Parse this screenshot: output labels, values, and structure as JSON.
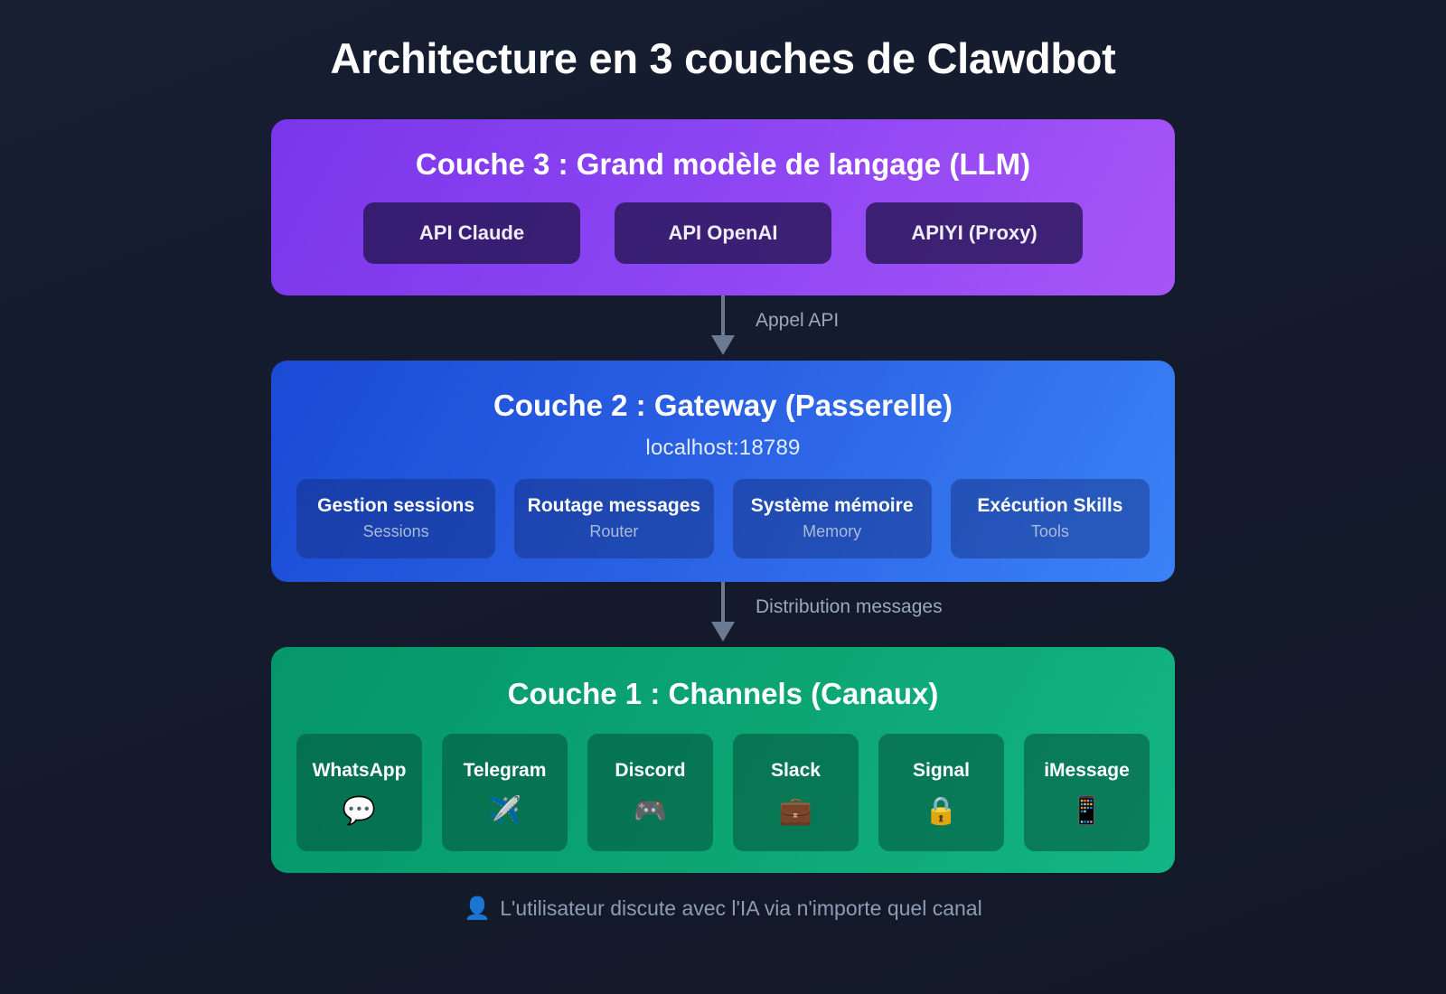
{
  "page": {
    "title": "Architecture en 3 couches de Clawdbot",
    "background_color": "#141b2d"
  },
  "layers": {
    "llm": {
      "title": "Couche 3 : Grand modèle de langage (LLM)",
      "accent_from": "#7b36ea",
      "accent_to": "#a855f7",
      "providers": [
        {
          "label": "API Claude"
        },
        {
          "label": "API OpenAI"
        },
        {
          "label": "APIYI (Proxy)"
        }
      ]
    },
    "gateway": {
      "title": "Couche 2 : Gateway (Passerelle)",
      "address": "localhost:18789",
      "accent_from": "#1b4ad6",
      "accent_to": "#3b82f6",
      "features": [
        {
          "title": "Gestion sessions",
          "subtitle": "Sessions"
        },
        {
          "title": "Routage messages",
          "subtitle": "Router"
        },
        {
          "title": "Système mémoire",
          "subtitle": "Memory"
        },
        {
          "title": "Exécution Skills",
          "subtitle": "Tools"
        }
      ]
    },
    "channels": {
      "title": "Couche 1 : Channels (Canaux)",
      "accent_from": "#059669",
      "accent_to": "#13b584",
      "items": [
        {
          "name": "WhatsApp",
          "icon": "💬",
          "icon_name": "speech-balloon-icon"
        },
        {
          "name": "Telegram",
          "icon": "✈️",
          "icon_name": "airplane-icon"
        },
        {
          "name": "Discord",
          "icon": "🎮",
          "icon_name": "video-game-controller-icon"
        },
        {
          "name": "Slack",
          "icon": "💼",
          "icon_name": "briefcase-icon"
        },
        {
          "name": "Signal",
          "icon": "🔒",
          "icon_name": "lock-icon"
        },
        {
          "name": "iMessage",
          "icon": "📱",
          "icon_name": "mobile-phone-icon"
        }
      ]
    }
  },
  "connectors": {
    "llm_to_gateway": {
      "label": "Appel API",
      "color": "#6b7a93"
    },
    "gateway_to_channels": {
      "label": "Distribution messages",
      "color": "#6b7a93"
    }
  },
  "footer": {
    "icon": "👤",
    "icon_name": "user-icon",
    "text": "L'utilisateur discute avec l'IA via n'importe quel canal"
  }
}
